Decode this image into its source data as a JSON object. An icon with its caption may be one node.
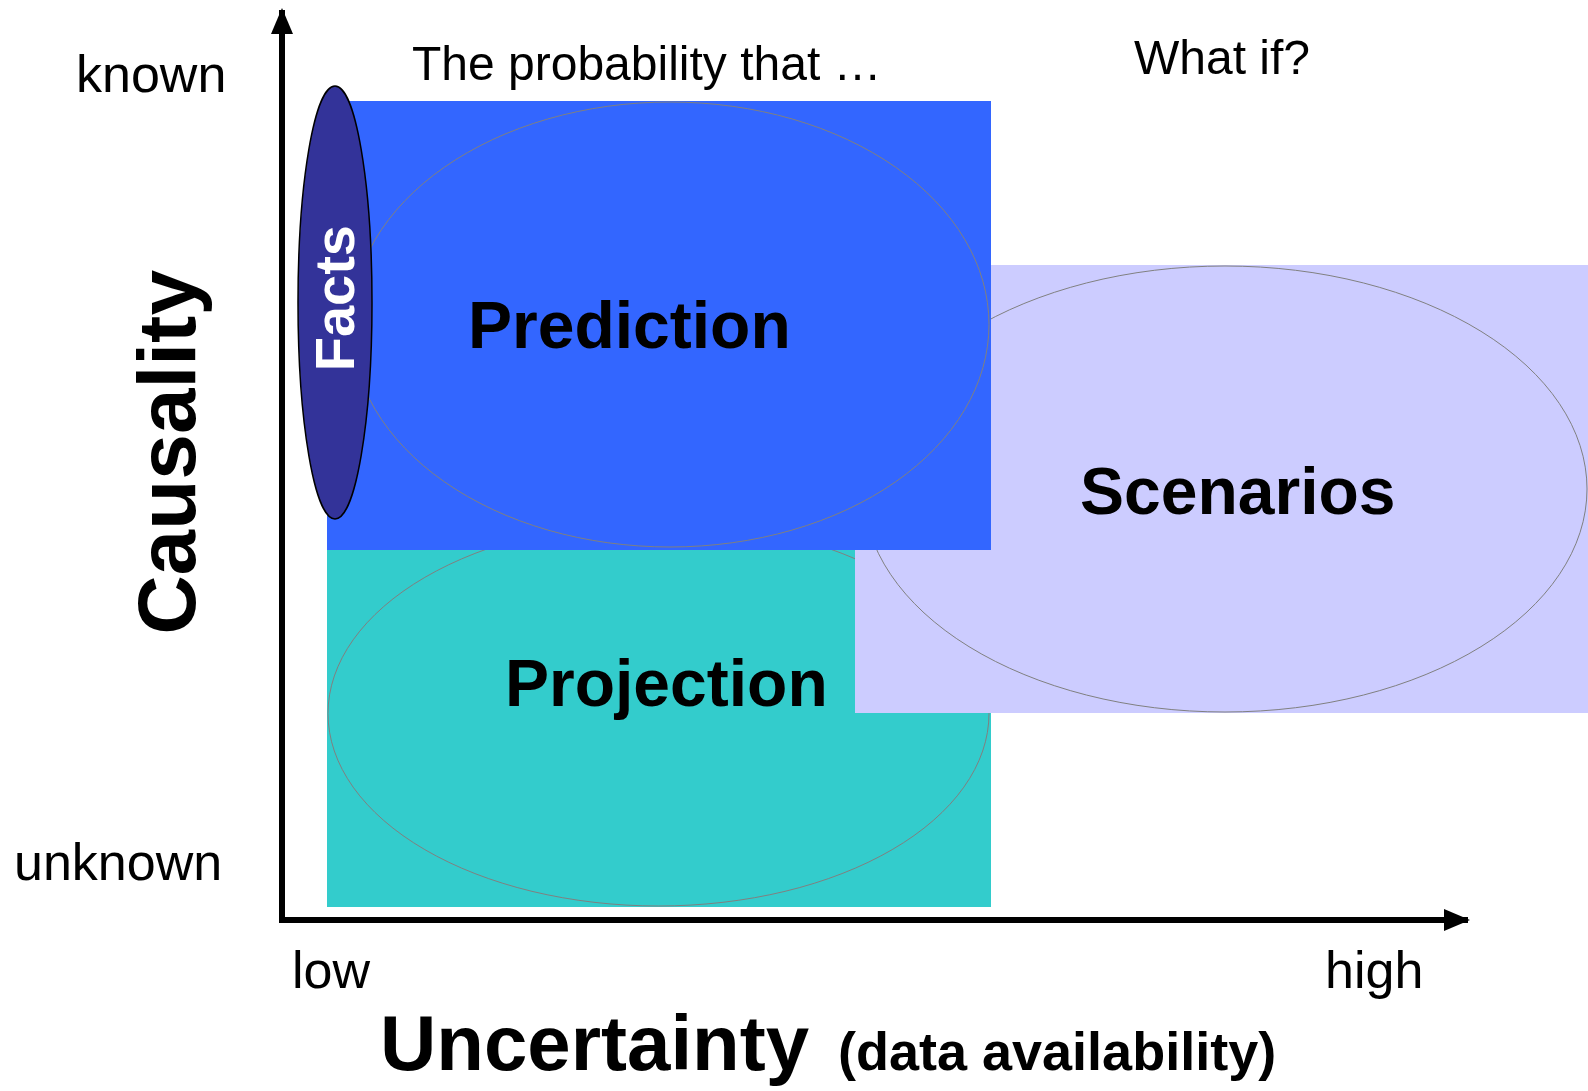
{
  "diagram": {
    "nodes": [
      {
        "text": [
          "Prediction"
        ]
      },
      {
        "text": [
          "Projection"
        ]
      },
      {
        "text": [
          "Scenarios"
        ]
      },
      {
        "text": [
          "Facts"
        ]
      }
    ],
    "edges": [],
    "labels": [
      "known",
      "The probability that …",
      "What if?",
      "Causality",
      "unknown",
      "low",
      "high",
      "Uncertainty",
      "(data availability)"
    ]
  }
}
